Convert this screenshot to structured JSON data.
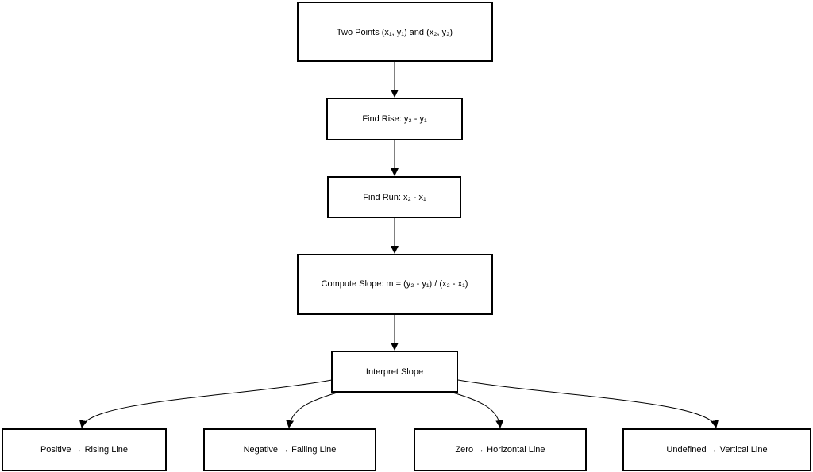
{
  "diagram": {
    "nodes": {
      "two_points": "Two Points (x₁, y₁) and (x₂, y₂)",
      "find_rise": "Find Rise: y₂ - y₁",
      "find_run": "Find Run: x₂ - x₁",
      "compute_slope": "Compute Slope: m = (y₂ - y₁) / (x₂ - x₁)",
      "interpret_slope": "Interpret Slope",
      "positive": "Positive → Rising Line",
      "negative": "Negative → Falling Line",
      "zero": "Zero → Horizontal Line",
      "undefined": "Undefined → Vertical Line"
    },
    "edges": [
      [
        "two_points",
        "find_rise"
      ],
      [
        "find_rise",
        "find_run"
      ],
      [
        "find_run",
        "compute_slope"
      ],
      [
        "compute_slope",
        "interpret_slope"
      ],
      [
        "interpret_slope",
        "positive"
      ],
      [
        "interpret_slope",
        "negative"
      ],
      [
        "interpret_slope",
        "zero"
      ],
      [
        "interpret_slope",
        "undefined"
      ]
    ]
  }
}
